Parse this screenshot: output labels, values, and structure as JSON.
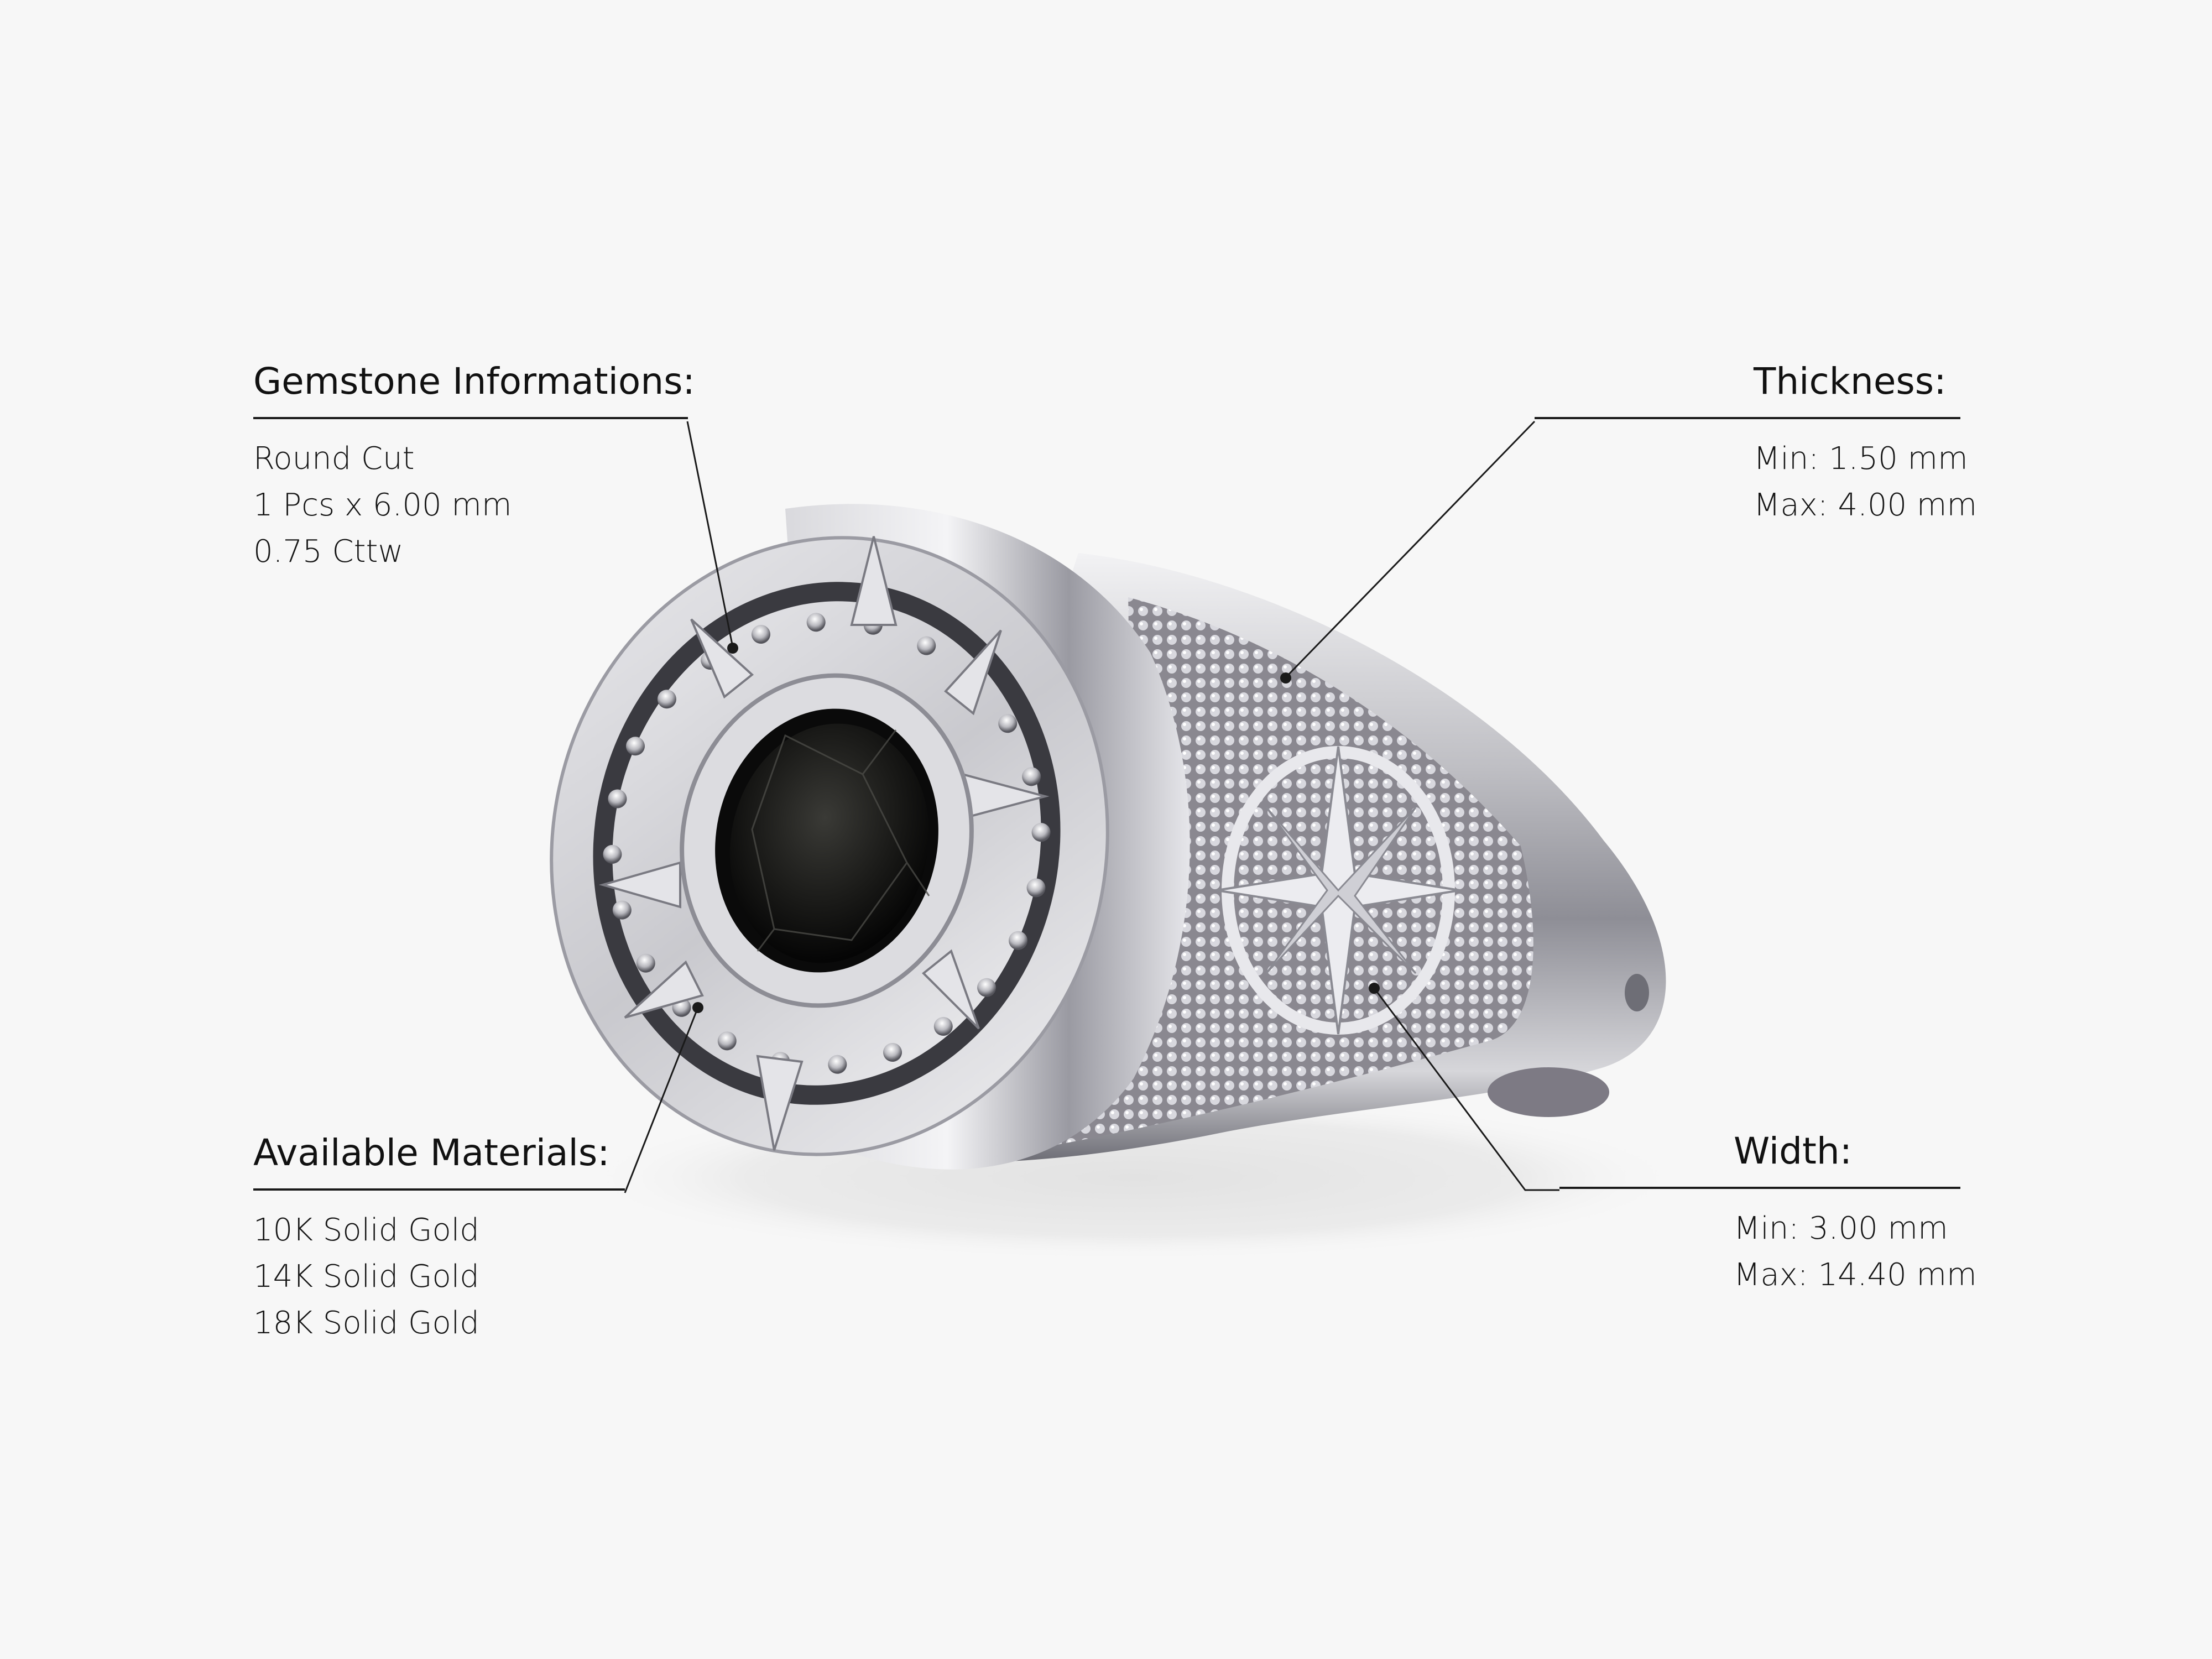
{
  "background_color": "#f7f7f7",
  "product": {
    "type": "signet ring",
    "metal_color": "silver/white",
    "center_stone": "black round gemstone",
    "motif": "compass star"
  },
  "callouts": {
    "gemstone": {
      "title": "Gemstone Informations:",
      "lines": [
        "Round Cut",
        "1 Pcs x 6.00 mm",
        "0.75 Cttw"
      ]
    },
    "thickness": {
      "title": "Thickness:",
      "lines": [
        "Min: 1.50 mm",
        "Max: 4.00 mm"
      ]
    },
    "materials": {
      "title": "Available Materials:",
      "lines": [
        "10K Solid Gold",
        "14K Solid Gold",
        "18K Solid Gold"
      ]
    },
    "width": {
      "title": "Width:",
      "lines": [
        "Min: 3.00 mm",
        "Max: 14.40 mm"
      ]
    }
  }
}
